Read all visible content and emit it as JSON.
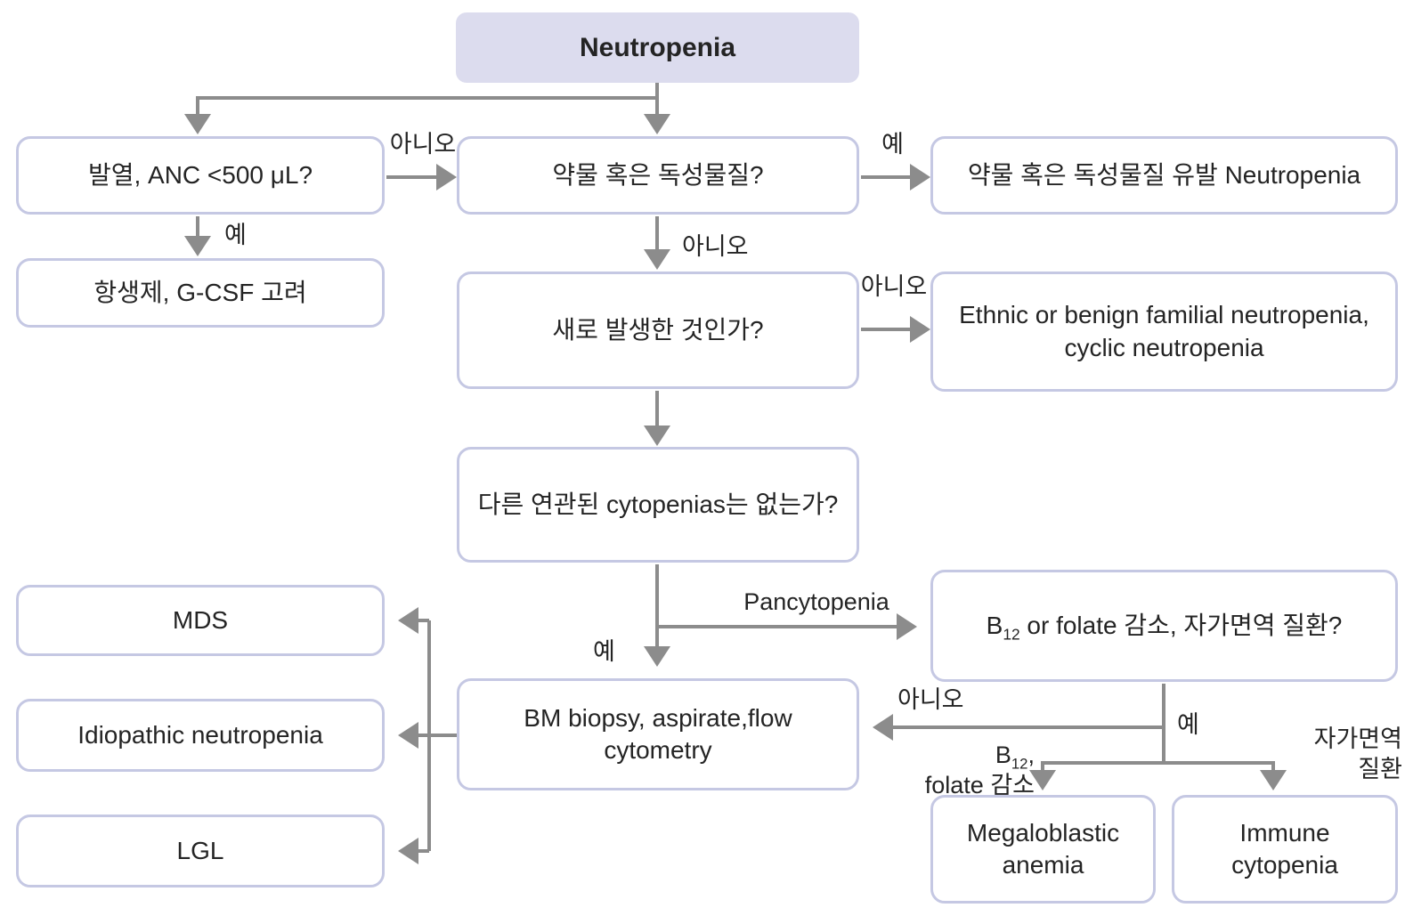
{
  "flowchart": {
    "nodes": {
      "start": "Neutropenia",
      "fever": "발열, ANC <500 μL?",
      "drug": "약물 혹은 독성물질?",
      "drug_induced": "약물 혹은 독성물질 유발 Neutropenia",
      "antibiotics": "항생제, G-CSF 고려",
      "new_onset": "새로 발생한 것인가?",
      "ethnic": "Ethnic or benign familial neutropenia, cyclic neutropenia",
      "cytopenias": "다른 연관된 cytopenias는 없는가?",
      "b12_question": {
        "pre": "B",
        "sub": "12",
        "post": " or folate 감소, 자가면역 질환?"
      },
      "bm": "BM biopsy, aspirate,flow cytometry",
      "mds": "MDS",
      "idiopathic": "Idiopathic neutropenia",
      "lgl": "LGL",
      "megaloblastic": "Megaloblastic anemia",
      "immune": "Immune cytopenia"
    },
    "edge_labels": {
      "fever_no": "아니오",
      "fever_yes": "예",
      "drug_yes": "예",
      "drug_no": "아니오",
      "new_onset_no": "아니오",
      "pancytopenia": "Pancytopenia",
      "cytopenias_yes": "예",
      "b12_no": "아니오",
      "b12_yes": "예",
      "b12_decrease": {
        "pre": "B",
        "sub": "12",
        "post": ",",
        "line2": "folate 감소"
      },
      "autoimmune": {
        "line1": "자가면역",
        "line2": "질환"
      }
    },
    "colors": {
      "start_fill": "#dcdcee",
      "box_border": "#c5c8e3",
      "line": "#8c8c8c",
      "text": "#242424"
    }
  }
}
